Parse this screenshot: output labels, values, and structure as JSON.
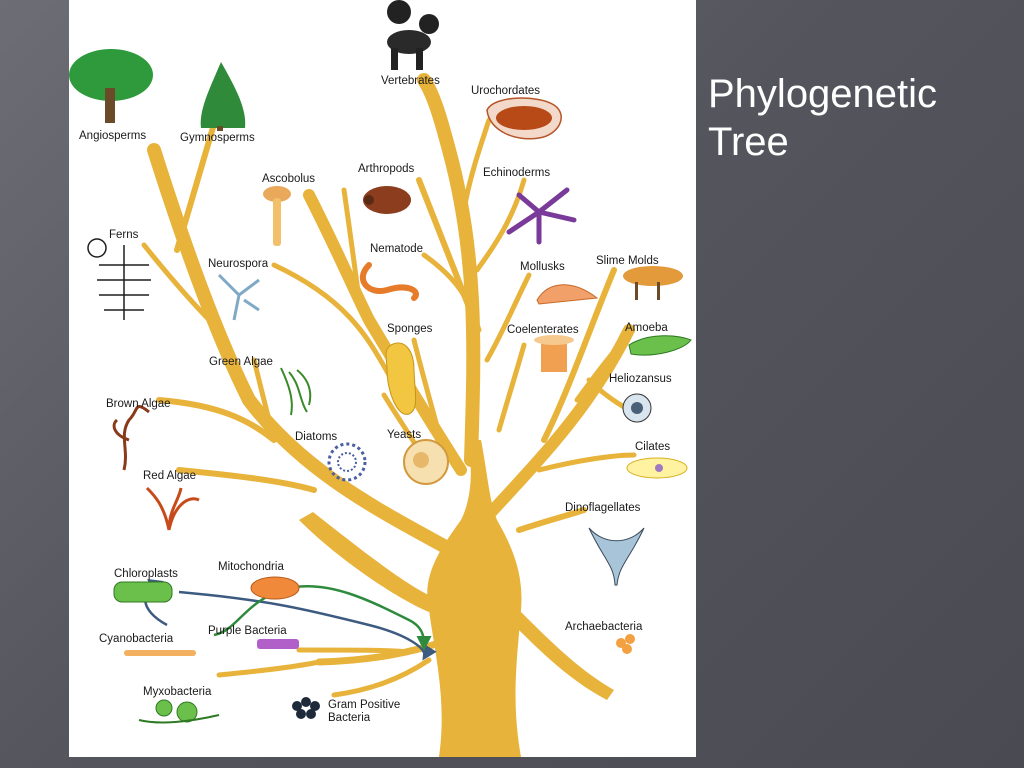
{
  "slide": {
    "title_line1": "Phylogenetic",
    "title_line2": "Tree"
  },
  "diagram": {
    "labels": {
      "vertebrates": "Vertebrates",
      "urochordates": "Urochordates",
      "angiosperms": "Angiosperms",
      "gymnosperms": "Gymnosperms",
      "ascobolus": "Ascobolus",
      "arthropods": "Arthropods",
      "echinoderms": "Echinoderms",
      "ferns": "Ferns",
      "neurospora": "Neurospora",
      "nematode": "Nematode",
      "mollusks": "Mollusks",
      "slime_molds": "Slime Molds",
      "sponges": "Sponges",
      "coelenterates": "Coelenterates",
      "amoeba": "Amoeba",
      "green_algae": "Green Algae",
      "heliozansus": "Heliozansus",
      "brown_algae": "Brown Algae",
      "diatoms": "Diatoms",
      "yeasts": "Yeasts",
      "ciliates": "Cilates",
      "red_algae": "Red Algae",
      "dinoflagellates": "Dinoflagellates",
      "chloroplasts": "Chloroplasts",
      "mitochondria": "Mitochondria",
      "archaebacteria": "Archaebacteria",
      "purple_bacteria": "Purple Bacteria",
      "cyanobacteria": "Cyanobacteria",
      "myxobacteria": "Myxobacteria",
      "gram_positive_1": "Gram Positive",
      "gram_positive_2": "Bacteria"
    },
    "colors": {
      "trunk": "#e8b33a",
      "trunk_edge": "#c8901c",
      "arrow_blue": "#3d5a80",
      "arrow_green": "#2e8b3e"
    }
  }
}
